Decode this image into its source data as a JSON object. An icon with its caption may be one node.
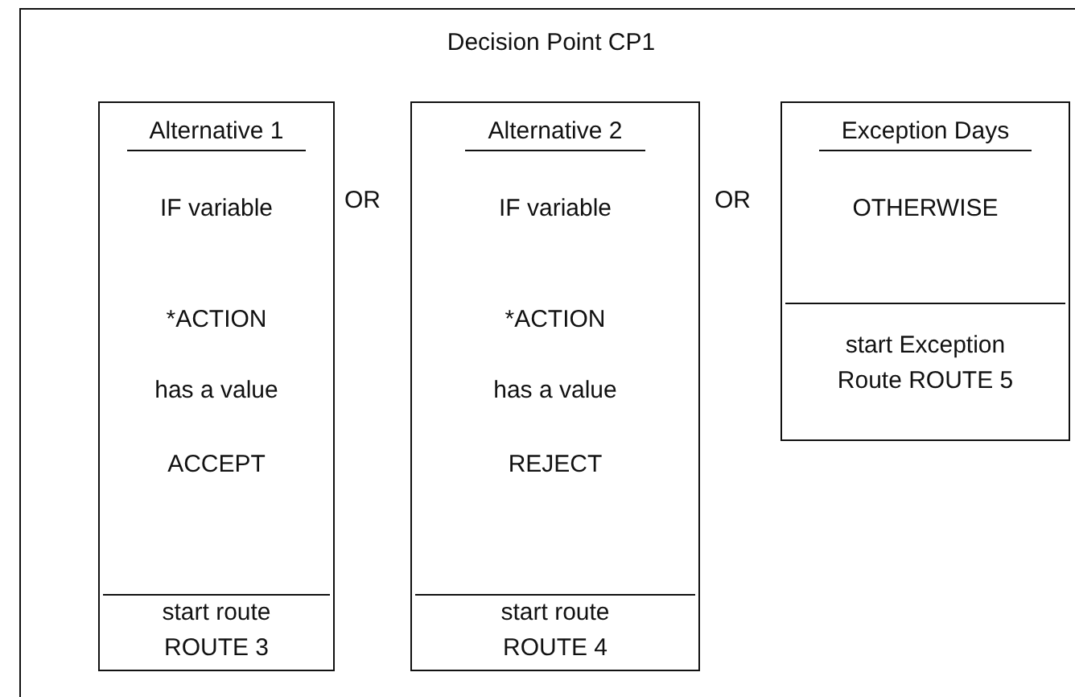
{
  "diagram": {
    "nodes": [
      {
        "text": [
          "Decision Point CP1"
        ]
      },
      {
        "text": [
          "Alternative 1",
          "IF variable",
          "*ACTION",
          "has a value",
          "ACCEPT",
          "start route ROUTE 3"
        ],
        "in": 0
      },
      {
        "text": [
          "Alternative 2",
          "IF variable",
          "*ACTION",
          "has a value",
          "REJECT",
          "start route ROUTE 4"
        ],
        "in": 0
      },
      {
        "text": [
          "Exception Days",
          "OTHERWISE",
          "start Exception Route ROUTE 5"
        ],
        "in": 0
      }
    ],
    "edges": [],
    "labels": [
      "OR",
      "OR"
    ]
  }
}
